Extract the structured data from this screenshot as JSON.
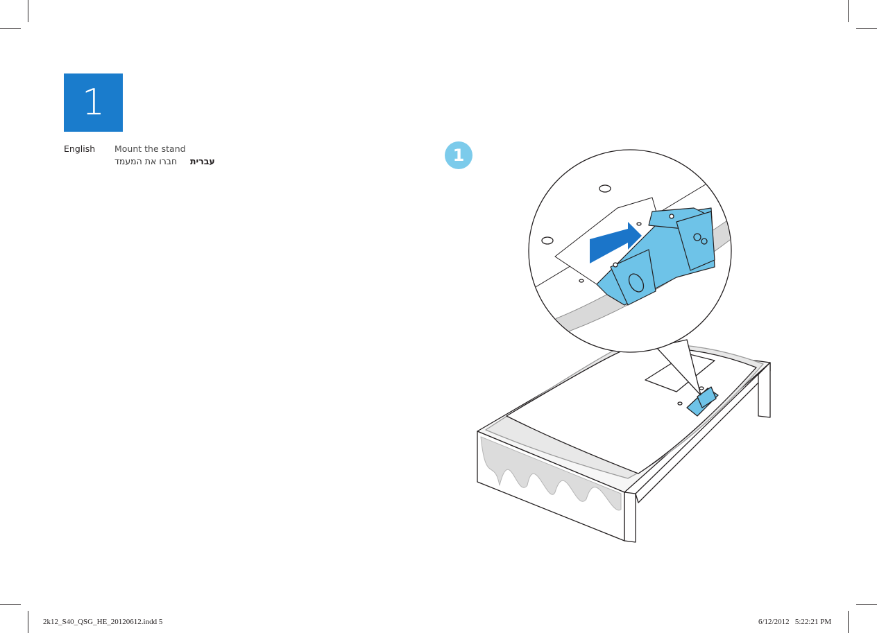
{
  "step": {
    "number": "1"
  },
  "instructions": [
    {
      "language": "English",
      "text": "Mount the stand"
    },
    {
      "language": "עברית",
      "text": "חברו את המעמד"
    }
  ],
  "illustration": {
    "sub_step_number": "1",
    "arrow_color": "#1b75c9",
    "part_color": "#6ec3e8"
  },
  "footer": {
    "file": "2k12_S40_QSG_HE_20120612.indd   5",
    "timestamp": "6/12/2012   5:22:21 PM"
  }
}
